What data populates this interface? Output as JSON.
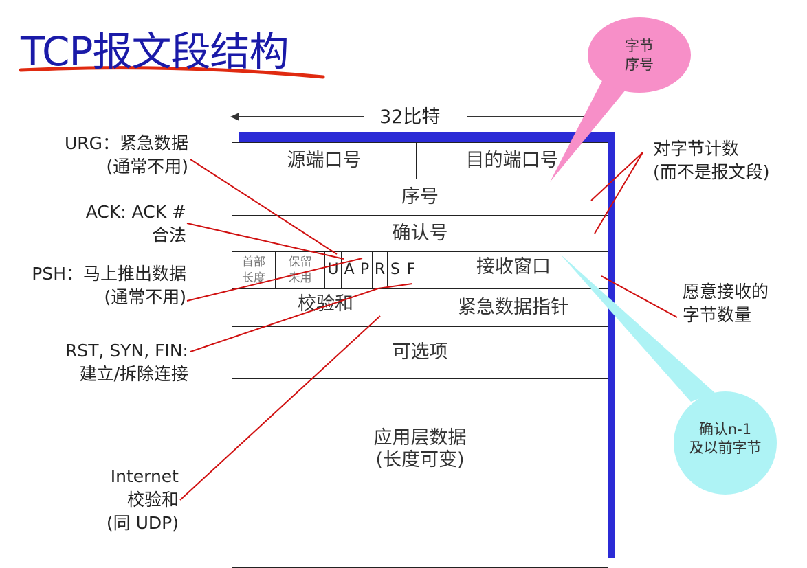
{
  "title": "TCP报文段结构",
  "width_label": "32比特",
  "fields": {
    "src_port": "源端口号",
    "dst_port": "目的端口号",
    "seq": "序号",
    "ack": "确认号",
    "hdr_len": "首部长度",
    "reserved": "保留未用",
    "flags": [
      "U",
      "A",
      "P",
      "R",
      "S",
      "F"
    ],
    "rcv_window": "接收窗口",
    "checksum": "校验和",
    "urg_ptr": "紧急数据指针",
    "options": "可选项",
    "data": "应用层数据",
    "data_note": "(长度可变)"
  },
  "left_labels": {
    "urg": [
      "URG：紧急数据",
      "(通常不用)"
    ],
    "ack": [
      "ACK: ACK #",
      "合法"
    ],
    "psh": [
      "PSH：马上推出数据",
      "(通常不用)"
    ],
    "rst": [
      "RST, SYN, FIN:",
      "建立/拆除连接"
    ],
    "internet": [
      "Internet",
      "校验和",
      "(同 UDP)"
    ]
  },
  "right_labels": {
    "count": [
      "对字节计数",
      "(而不是报文段)"
    ],
    "window": [
      "愿意接收的",
      "字节数量"
    ]
  },
  "bubbles": {
    "seq": [
      "字节",
      "序号"
    ],
    "ack": [
      "确认n-1",
      "及以前字节"
    ]
  },
  "colors": {
    "title": "#1a1aa8",
    "frame": "#2b2bd6",
    "annotation": "#d01010",
    "pink": "#f78fc8",
    "cyan": "#aef3f5"
  }
}
